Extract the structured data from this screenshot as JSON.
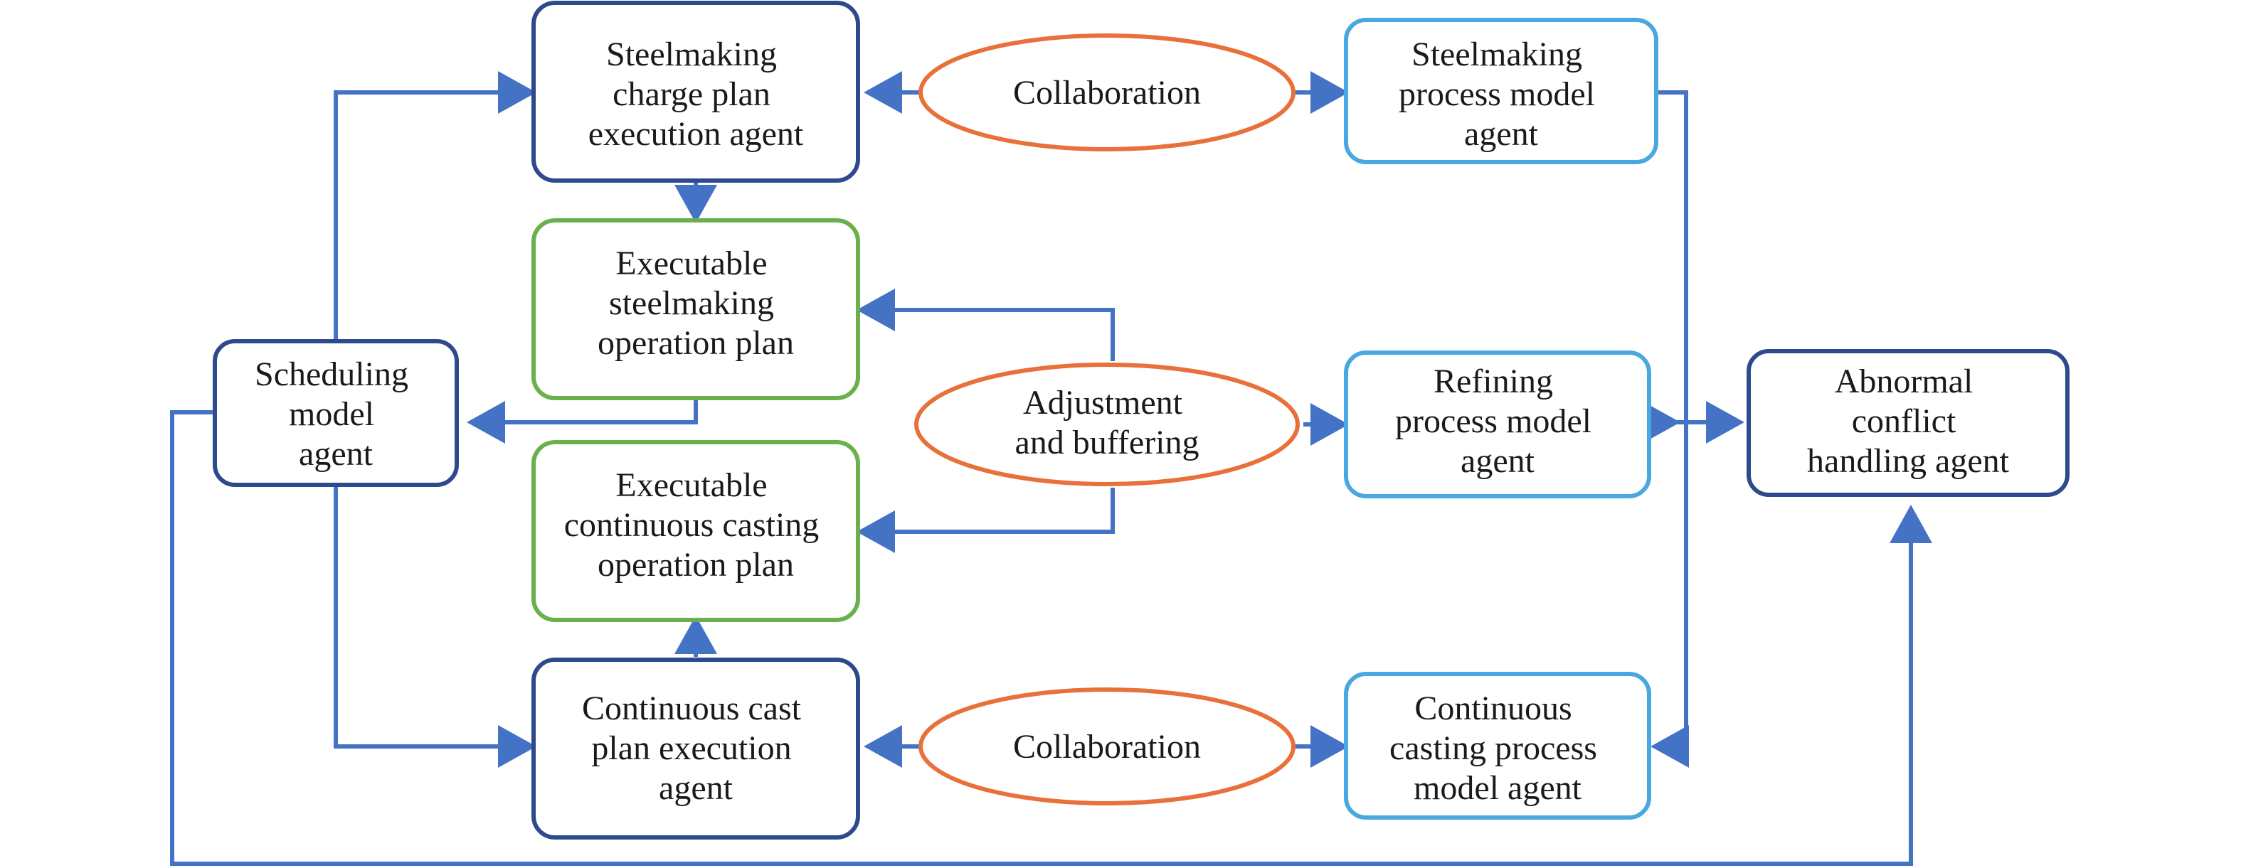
{
  "nodes": {
    "steelmaking_charge_plan_execution_agent": {
      "lines": [
        "Steelmaking",
        "charge plan",
        "execution agent"
      ]
    },
    "collaboration_top": {
      "lines": [
        "Collaboration"
      ]
    },
    "steelmaking_process_model_agent": {
      "lines": [
        "Steelmaking",
        "process model",
        "agent"
      ]
    },
    "executable_steelmaking_operation_plan": {
      "lines": [
        "Executable",
        "steelmaking",
        "operation plan"
      ]
    },
    "scheduling_model_agent": {
      "lines": [
        "Scheduling",
        "model",
        "agent"
      ]
    },
    "adjustment_and_buffering": {
      "lines": [
        "Adjustment",
        "and buffering"
      ]
    },
    "refining_process_model_agent": {
      "lines": [
        "Refining",
        "process model",
        "agent"
      ]
    },
    "abnormal_conflict_handling_agent": {
      "lines": [
        "Abnormal",
        "conflict",
        "handling agent"
      ]
    },
    "executable_continuous_casting_operation_plan": {
      "lines": [
        "Executable",
        "continuous casting",
        "operation plan"
      ]
    },
    "continuous_cast_plan_execution_agent": {
      "lines": [
        "Continuous cast",
        "plan execution",
        "agent"
      ]
    },
    "collaboration_bottom": {
      "lines": [
        "Collaboration"
      ]
    },
    "continuous_casting_process_model_agent": {
      "lines": [
        "Continuous",
        "casting process",
        "model agent"
      ]
    }
  },
  "colors": {
    "dark_blue_border": "#2e4a8c",
    "light_blue_border": "#4aa8e0",
    "green_border": "#6ab04c",
    "orange_border": "#e8703a",
    "arrow": "#4472c4"
  }
}
